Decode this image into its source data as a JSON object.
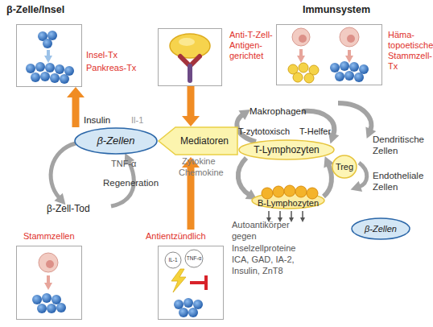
{
  "diagram": {
    "nodes": [
      {
        "text": [
          "Insel-Tx",
          "Pankreas-Tx"
        ]
      },
      {
        "text": [
          "Anti-T-Zell-Antigen-gerichtet"
        ]
      },
      {
        "text": [
          "Häma-topoetische Stammzell-Tx"
        ]
      },
      {
        "text": [
          "β-Zellen"
        ]
      },
      {
        "text": [
          "Mediatoren"
        ]
      },
      {
        "text": [
          "T-Lymphozyten"
        ]
      },
      {
        "text": [
          "Treg"
        ]
      },
      {
        "text": [
          "B-Lymphozyten"
        ]
      },
      {
        "text": [
          "β-Zellen"
        ]
      },
      {
        "text": [
          "Stammzellen"
        ]
      },
      {
        "text": [
          "Antientzündlich"
        ]
      }
    ],
    "edges": [
      {
        "from": 3,
        "to": 0,
        "arrow": "to",
        "label": "Insulin"
      },
      {
        "from": 1,
        "to": 4,
        "arrow": "to"
      },
      {
        "from": 10,
        "to": 4,
        "arrow": "to"
      }
    ],
    "labels": [
      "β-Zelle/Insel",
      "Immunsystem",
      "Il-1",
      "TNF-α",
      "Regeneration",
      "β-Zell-Tod",
      "Zytokine",
      "Chemokine",
      "Makrophagen",
      "T-zytotoxisch",
      "T-Helfer",
      "Dendritische Zellen",
      "Endotheliale Zellen",
      "Autoantikörper gegen Inselzellproteine ICA, GAD, IA-2, Insulin, ZnT8",
      "IL-1",
      "TNF-α"
    ]
  }
}
